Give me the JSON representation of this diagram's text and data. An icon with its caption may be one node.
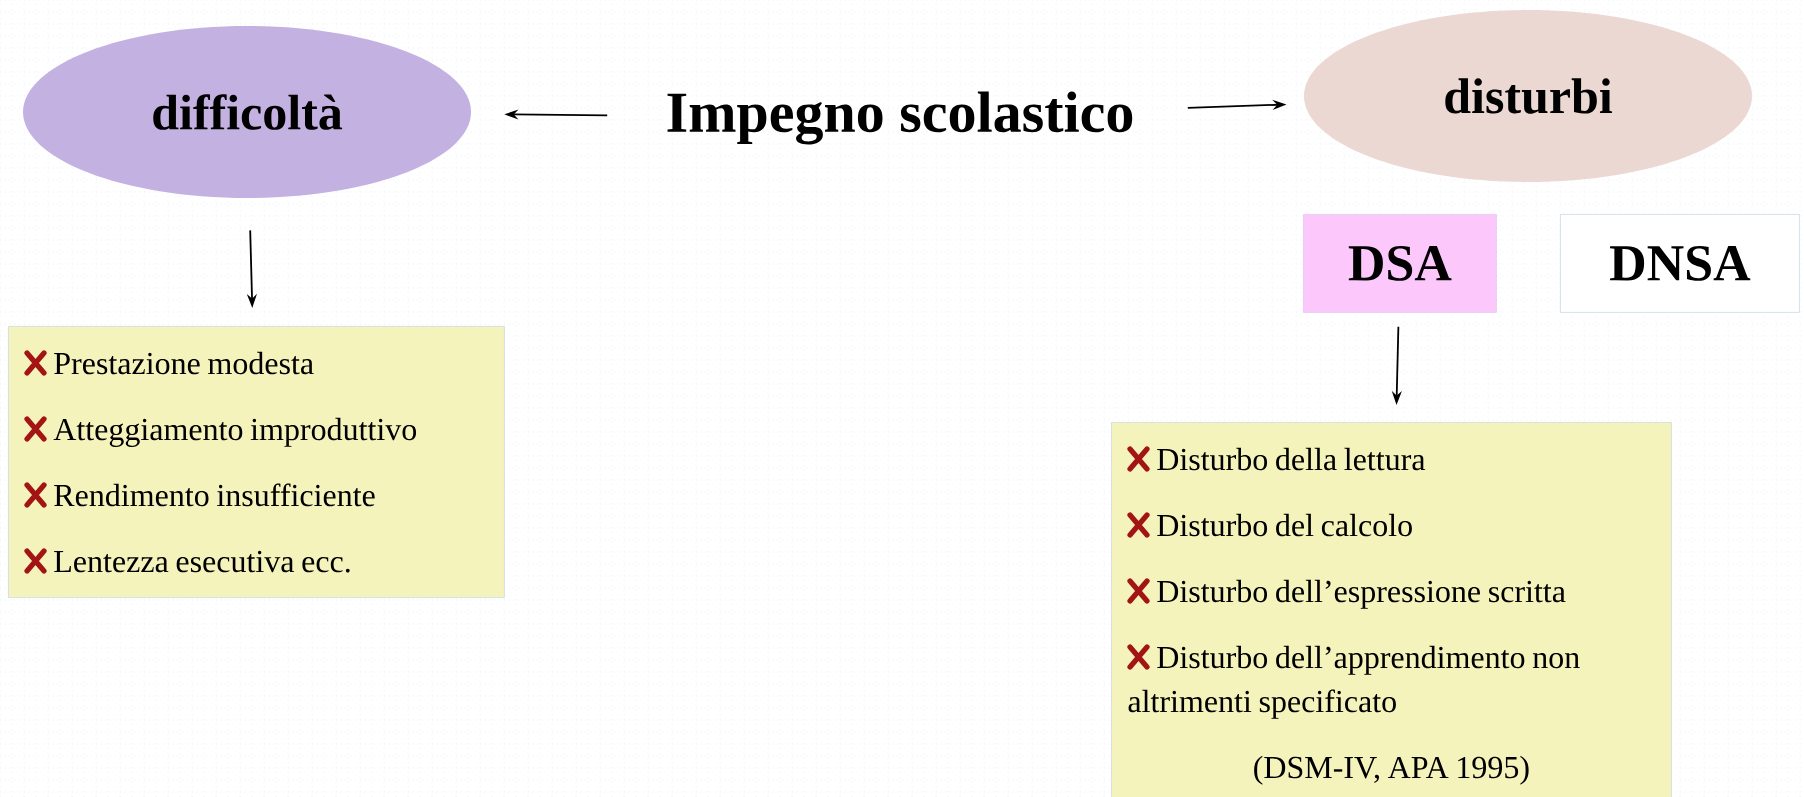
{
  "diagram": {
    "nodes": [
      {
        "text": [
          "Impegno scolastico"
        ]
      },
      {
        "text": [
          "difficoltà"
        ]
      },
      {
        "text": [
          "disturbi"
        ]
      },
      {
        "text": [
          "Prestazione modesta",
          "Atteggiamento improduttivo",
          "Rendimento insufficiente",
          "Lentezza esecutiva ecc."
        ]
      },
      {
        "text": [
          "DSA"
        ]
      },
      {
        "text": [
          "DNSA"
        ]
      },
      {
        "text": [
          "Disturbo della lettura",
          "Disturbo del calcolo",
          "Disturbo dell’espressione scritta",
          "Disturbo dell’apprendimento non altrimenti specificato",
          "(DSM-IV, APA 1995)"
        ]
      }
    ],
    "edges": [
      {
        "from": 0,
        "to": 1,
        "arrow": "to"
      },
      {
        "from": 0,
        "to": 2,
        "arrow": "to"
      },
      {
        "from": 1,
        "to": 3,
        "arrow": "to"
      },
      {
        "from": 4,
        "to": 6,
        "arrow": "to"
      }
    ]
  }
}
